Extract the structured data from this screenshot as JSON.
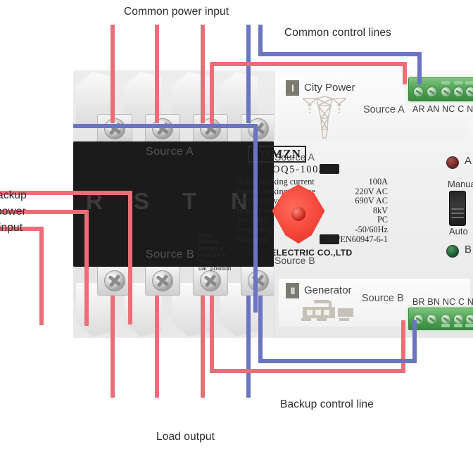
{
  "annotations": {
    "common_power_input": "Common power input",
    "common_control_lines": "Common control lines",
    "backup_power_input": "ackup\npower\ninput",
    "backup_power_input_l1": "ackup",
    "backup_power_input_l2": "power",
    "backup_power_input_l3": "input",
    "load_output": "Load output",
    "backup_control_line": "Backup control line"
  },
  "device": {
    "black_body": {
      "source_a_label": "Source A",
      "source_b_label": "Source B",
      "phases": [
        "R",
        "S",
        "T",
        "N"
      ]
    },
    "face": {
      "city_power": {
        "roman": "I",
        "title": "City Power",
        "source_label": "Source A",
        "terminal_labels": "AR AN NC C NO"
      },
      "generator": {
        "roman": "II",
        "title": "Generator",
        "source_label": "Source B",
        "terminal_labels": "BR BN NC C NO"
      },
      "source_a_indicator_label": "Source A",
      "source_b_indicator_label": "Source B",
      "brand": "TOMZN",
      "type": "Type:TOQ5-100/4",
      "specs": [
        {
          "key": "Rated working current",
          "value": "100A"
        },
        {
          "key": "Rated working voltage",
          "value": "220V AC"
        },
        {
          "key": "Insulation voltage",
          "value": "690V AC"
        },
        {
          "key": "Impact-resistant voltage",
          "value": "8kV"
        },
        {
          "key": "Tse class",
          "value": "PC"
        },
        {
          "key": "Frequency",
          "value": "-50/60Hz"
        },
        {
          "key": "Standard",
          "value": "IEC/EN60947-6-1"
        }
      ],
      "company": "TOMZN ELECTRIC CO.,LTD",
      "note_lines": [
        "Note:",
        "Manual operation",
        "must be in \"Man-",
        "ual\"  position"
      ],
      "selector": {
        "top_label": "Manual",
        "bottom_label": "Auto"
      },
      "led_a_label": "A",
      "led_b_label": "B"
    }
  },
  "colors": {
    "wire_live": "#ec6d78",
    "wire_neutral": "#6a74c2",
    "handle": "#f4453a",
    "terminal_block": "#4aa14f",
    "body_black": "#1b1b1b"
  }
}
